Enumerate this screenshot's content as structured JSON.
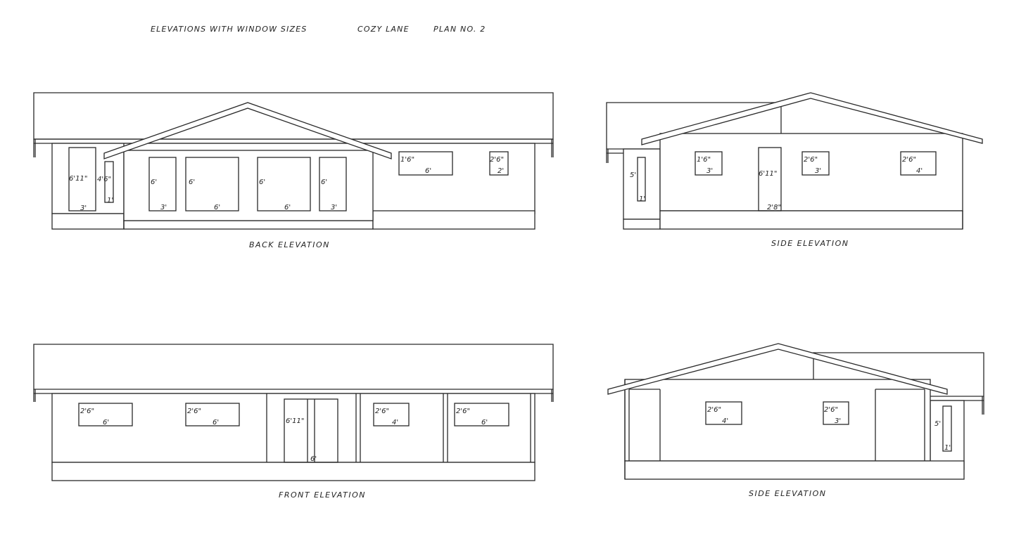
{
  "header": {
    "title": "ELEVATIONS WITH WINDOW SIZES",
    "project": "COZY LANE",
    "plan": "PLAN NO. 2"
  },
  "back": {
    "caption": "BACK ELEVATION",
    "door_h": "6'11\"",
    "door_w": "3'",
    "narrow_h": "4'6\"",
    "narrow_w": "1'",
    "w1_h": "6'",
    "w1_w": "3'",
    "w2_h": "6'",
    "w2_w": "6'",
    "w3_h": "6'",
    "w3_w": "6'",
    "w4_h": "6'",
    "w4_w": "3'",
    "w5_h": "1'6\"",
    "w5_w": "6'",
    "w6_h": "2'6\"",
    "w6_w": "2'"
  },
  "side_top": {
    "caption": "SIDE ELEVATION",
    "narrow_h": "5'",
    "narrow_w": "1'",
    "w1_h": "1'6\"",
    "w1_w": "3'",
    "door_h": "6'11\"",
    "door_w": "2'8\"",
    "w2_h": "2'6\"",
    "w2_w": "3'",
    "w3_h": "2'6\"",
    "w3_w": "4'"
  },
  "front": {
    "caption": "FRONT ELEVATION",
    "w1_h": "2'6\"",
    "w1_w": "6'",
    "w2_h": "2'6\"",
    "w2_w": "6'",
    "door_h": "6'11\"",
    "door_w": "6'",
    "w3_h": "2'6\"",
    "w3_w": "4'",
    "w4_h": "2'6\"",
    "w4_w": "6'"
  },
  "side_bottom": {
    "caption": "SIDE ELEVATION",
    "w1_h": "2'6\"",
    "w1_w": "4'",
    "w2_h": "2'6\"",
    "w2_w": "3'",
    "narrow_h": "5'",
    "narrow_w": "1'"
  }
}
